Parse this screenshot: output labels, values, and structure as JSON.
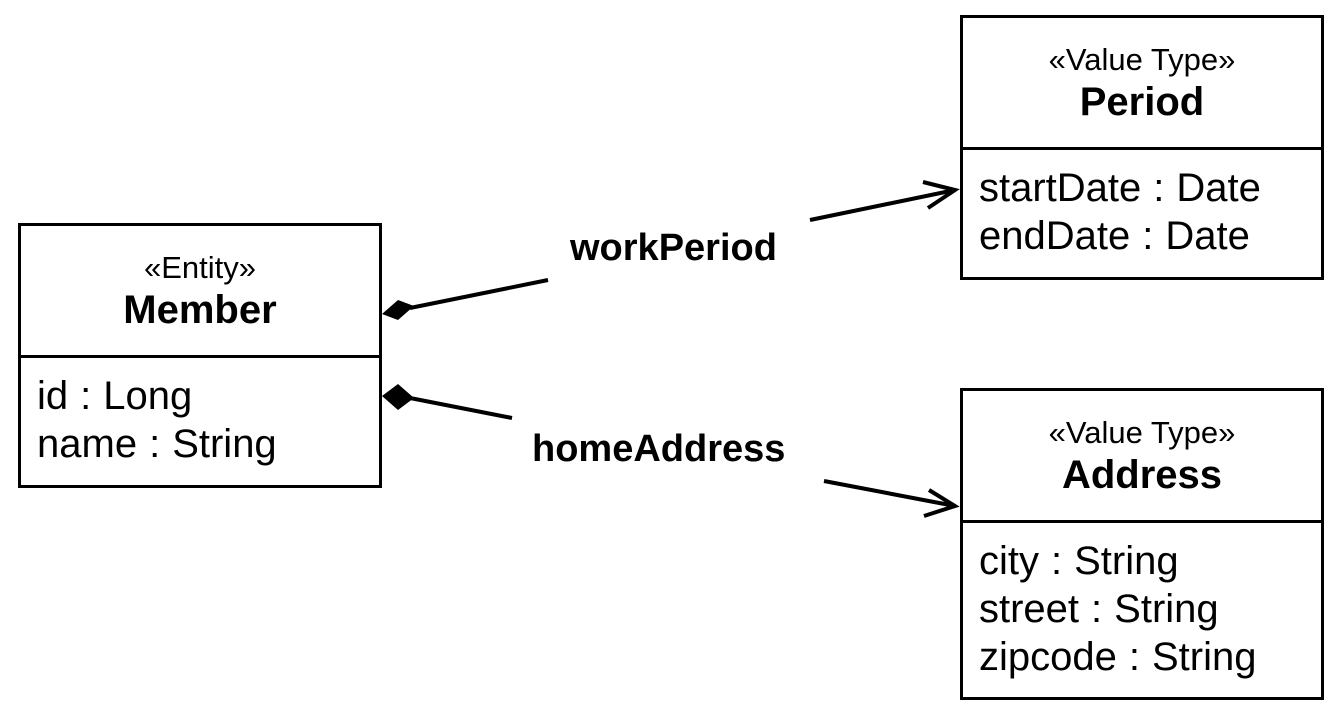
{
  "classes": {
    "member": {
      "stereotype": "«Entity»",
      "name": "Member",
      "attributes": [
        {
          "name": "id",
          "sep": ":",
          "type": "Long"
        },
        {
          "name": "name",
          "sep": ":",
          "type": "String"
        }
      ]
    },
    "period": {
      "stereotype": "«Value Type»",
      "name": "Period",
      "attributes": [
        {
          "name": "startDate",
          "sep": ":",
          "type": "Date"
        },
        {
          "name": "endDate",
          "sep": ":",
          "type": "Date"
        }
      ]
    },
    "address": {
      "stereotype": "«Value Type»",
      "name": "Address",
      "attributes": [
        {
          "name": "city",
          "sep": ":",
          "type": "String"
        },
        {
          "name": "street",
          "sep": ":",
          "type": "String"
        },
        {
          "name": "zipcode",
          "sep": ":",
          "type": "String"
        }
      ]
    }
  },
  "associations": [
    {
      "label": "workPeriod",
      "from": "Member",
      "to": "Period",
      "source_end": "composition-diamond",
      "target_end": "open-arrow"
    },
    {
      "label": "homeAddress",
      "from": "Member",
      "to": "Address",
      "source_end": "composition-diamond",
      "target_end": "open-arrow"
    }
  ]
}
